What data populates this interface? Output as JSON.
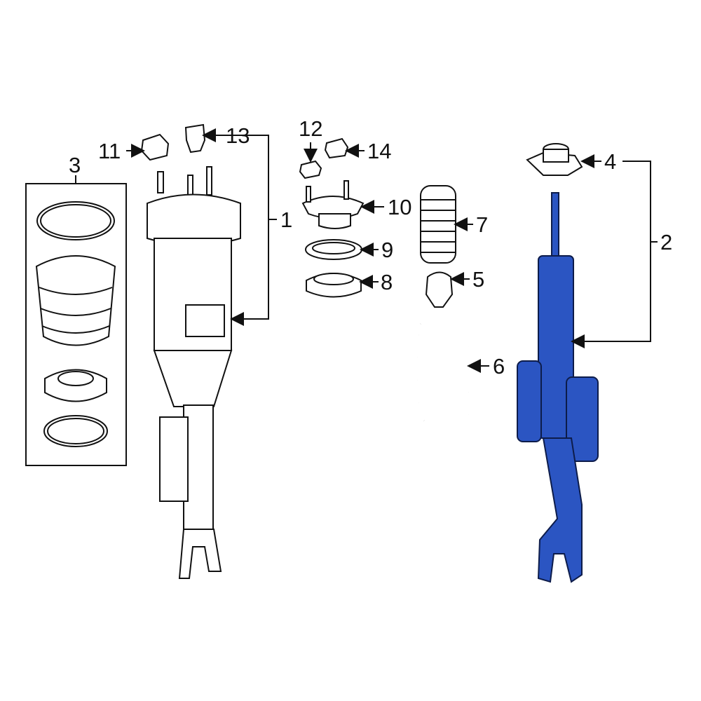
{
  "diagram": {
    "callouts": [
      "1",
      "2",
      "3",
      "4",
      "5",
      "6",
      "7",
      "8",
      "9",
      "10",
      "11",
      "12",
      "13",
      "14"
    ],
    "highlight_color": "#2b55c2"
  }
}
